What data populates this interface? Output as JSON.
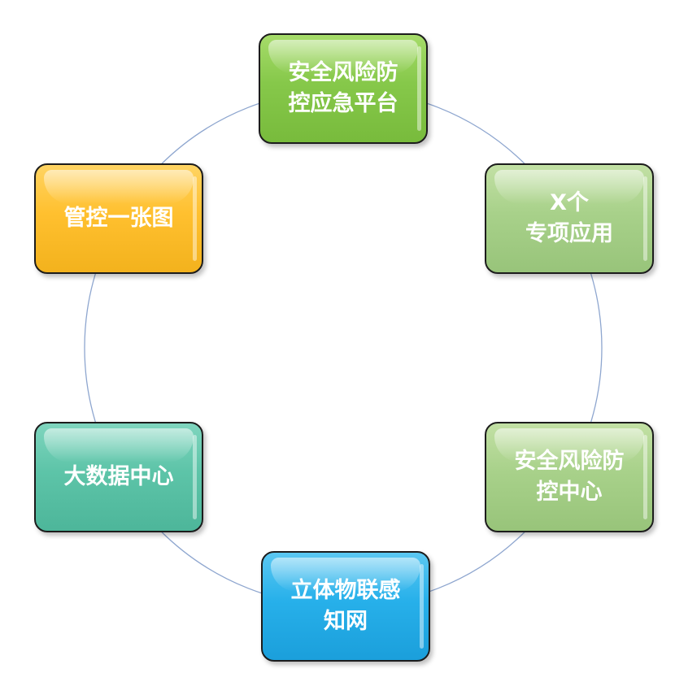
{
  "diagram": {
    "type": "cycle",
    "ring_color": "#8ea6cf",
    "nodes": [
      {
        "id": "top",
        "lines": [
          "安全风险防",
          "控应急平台"
        ],
        "color": "#86c84a"
      },
      {
        "id": "upright",
        "lines": [
          "X个",
          "专项应用"
        ],
        "color": "#a8d18a"
      },
      {
        "id": "lowright",
        "lines": [
          "安全风险防",
          "控中心"
        ],
        "color": "#a8d18a"
      },
      {
        "id": "bottom",
        "lines": [
          "立体物联感",
          "知网"
        ],
        "color": "#27b0ea"
      },
      {
        "id": "lowleft",
        "lines": [
          "大数据中心"
        ],
        "color": "#5dc4a8"
      },
      {
        "id": "upleft",
        "lines": [
          "管控一张图"
        ],
        "color": "#ffc02f"
      }
    ]
  }
}
